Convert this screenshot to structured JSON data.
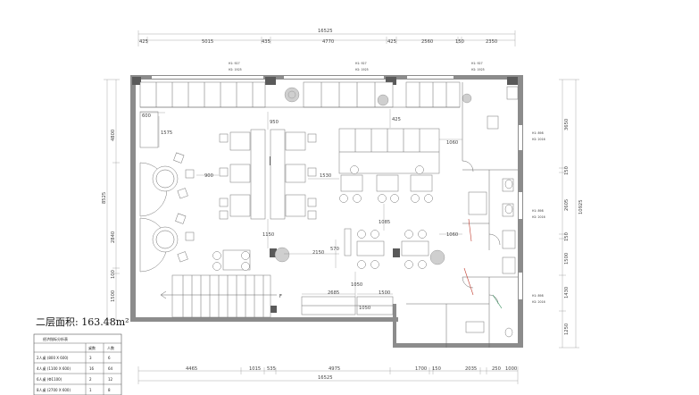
{
  "dimensions": {
    "total_width": "16525",
    "top_segments": [
      "425",
      "5015",
      "435",
      "4770",
      "425",
      "2560",
      "150",
      "2350"
    ],
    "bottom_segments": [
      "4465",
      "1015",
      "535",
      "4975",
      "1700",
      "150",
      "2035",
      "250",
      "1000"
    ],
    "right_outer": "10925",
    "right_inner": [
      "3650",
      "150",
      "2605",
      "150",
      "1500",
      "1430",
      "1250"
    ],
    "left_outer": "8525",
    "left_inner": [
      "4800",
      "2840",
      "100",
      "1500"
    ],
    "interior": [
      "600",
      "1575",
      "950",
      "425",
      "1060",
      "900",
      "1530",
      "1060",
      "1085",
      "1150",
      "2150",
      "570",
      "1050",
      "2685",
      "1500",
      "1050"
    ]
  },
  "heights": {
    "top1": {
      "h1": "H1: 927",
      "h2": "H2: 1925"
    },
    "top2": {
      "h1": "H1: 927",
      "h2": "H2: 1925"
    },
    "top3": {
      "h1": "H1: 927",
      "h2": "H2: 1925"
    },
    "right1": {
      "h1": "H1: 898",
      "h2": "H2: 2016"
    },
    "right2": {
      "h1": "H1: 898",
      "h2": "H2: 2016"
    },
    "right3": {
      "h1": "H1: 898",
      "h2": "H2: 2016"
    }
  },
  "area_label": "二层面积: 163.48m²",
  "stair_label": "F",
  "table": {
    "title": "经济指标分析表",
    "headers": [
      "",
      "桌数",
      "人数"
    ],
    "rows": [
      [
        "2人桌 (800 X 600)",
        "3",
        "6"
      ],
      [
        "4人桌 (1100 X 600)",
        "16",
        "64"
      ],
      [
        "6人桌 (Φ1100)",
        "2",
        "12"
      ],
      [
        "8人桌 (2700 X 600)",
        "1",
        "8"
      ]
    ]
  },
  "colors": {
    "wall": "#8c8c8c",
    "column": "#5a5a5a",
    "line": "#666666"
  }
}
